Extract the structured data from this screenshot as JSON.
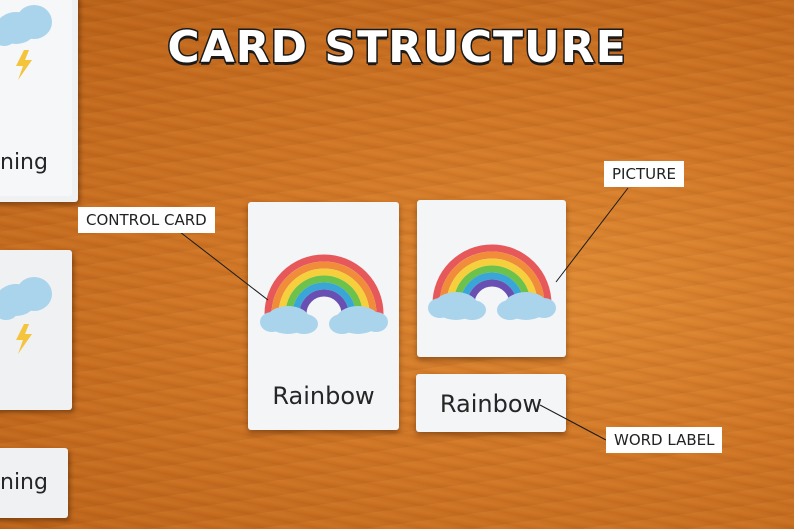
{
  "title": "CARD STRUCTURE",
  "callouts": {
    "control_card": "CONTROL CARD",
    "picture": "PICTURE",
    "word_label": "WORD LABEL"
  },
  "control_card": {
    "word": "Rainbow",
    "image": "rainbow-icon"
  },
  "picture_card": {
    "image": "rainbow-icon"
  },
  "label_card": {
    "word": "Rainbow"
  },
  "side_stacks": [
    {
      "visible_text": "ning",
      "image": "storm-cloud-icon"
    },
    {
      "visible_text": "",
      "image": "storm-cloud-icon"
    },
    {
      "visible_text": "ning"
    }
  ],
  "colors": {
    "rainbow": [
      "#e7585b",
      "#f08c3a",
      "#f5d03c",
      "#6cc24a",
      "#3aa6d8",
      "#6a4fb3"
    ],
    "cloud": "#a9d4ec",
    "card": "#f4f5f7"
  }
}
